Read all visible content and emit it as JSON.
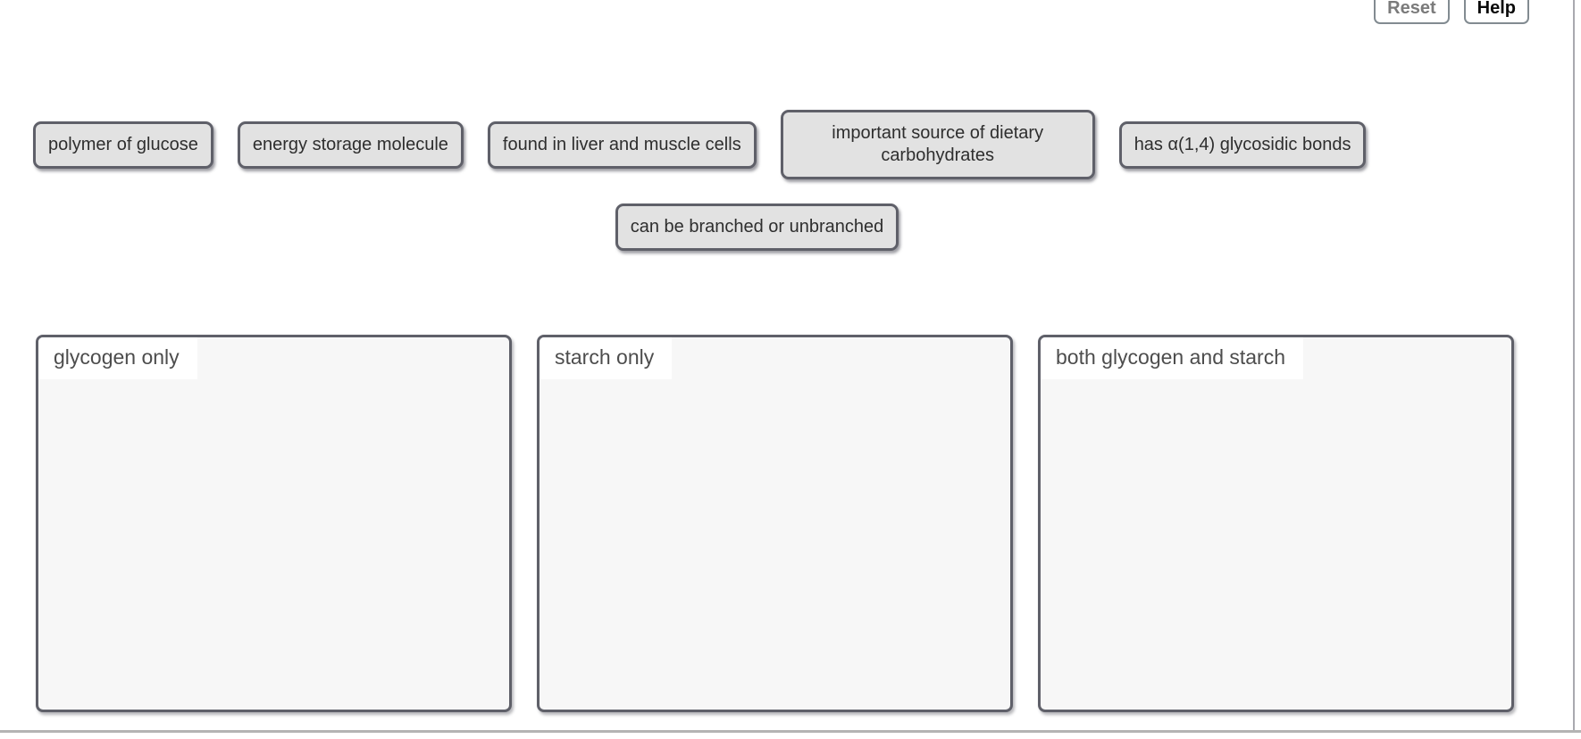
{
  "toolbar": {
    "reset_label": "Reset",
    "help_label": "Help"
  },
  "chips_row1": [
    {
      "label": "polymer of glucose"
    },
    {
      "label": "energy storage molecule"
    },
    {
      "label": "found in liver and muscle cells"
    },
    {
      "label": "important source of dietary carbohydrates"
    },
    {
      "label": "has α(1,4) glycosidic bonds"
    }
  ],
  "chips_row2": [
    {
      "label": "can be branched or unbranched"
    }
  ],
  "bins": [
    {
      "label": "glycogen only"
    },
    {
      "label": "starch only"
    },
    {
      "label": "both glycogen and starch"
    }
  ],
  "colors": {
    "chip_fill": "#e2e2e2",
    "chip_border": "#5f6069",
    "bin_fill": "#f7f7f7",
    "bin_border": "#5f6069",
    "bin_label_bg": "#ffffff",
    "frame_line": "#a9a9af",
    "bottom_line": "#b4b4b4",
    "reset_text": "#7b7b7b",
    "help_text": "#0a0a0a"
  }
}
